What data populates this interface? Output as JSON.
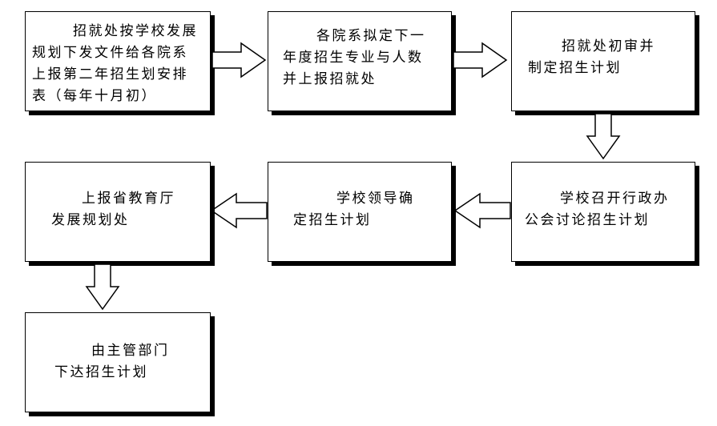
{
  "steps": [
    {
      "id": "s1",
      "lines": [
        "招就处按学校发展",
        "规划下发文件给各院系",
        "上报第二年招生划安排",
        "表（每年十月初）"
      ]
    },
    {
      "id": "s2",
      "lines": [
        "各院系拟定下一",
        "年度招生专业与人数",
        "并上报招就处"
      ]
    },
    {
      "id": "s3",
      "lines": [
        "招就处初审并",
        "制定招生计划"
      ]
    },
    {
      "id": "s4",
      "lines": [
        "学校召开行政办",
        "公会讨论招生计划"
      ]
    },
    {
      "id": "s5",
      "lines": [
        "学校领导确",
        "定招生计划"
      ]
    },
    {
      "id": "s6",
      "lines": [
        "上报省教育厅",
        "发展规划处"
      ]
    },
    {
      "id": "s7",
      "lines": [
        "由主管部门",
        "下达招生计划"
      ]
    }
  ],
  "connections": [
    {
      "from": "s1",
      "to": "s2",
      "direction": "right"
    },
    {
      "from": "s2",
      "to": "s3",
      "direction": "right"
    },
    {
      "from": "s3",
      "to": "s4",
      "direction": "down"
    },
    {
      "from": "s4",
      "to": "s5",
      "direction": "left"
    },
    {
      "from": "s5",
      "to": "s6",
      "direction": "left"
    },
    {
      "from": "s6",
      "to": "s7",
      "direction": "down"
    }
  ]
}
